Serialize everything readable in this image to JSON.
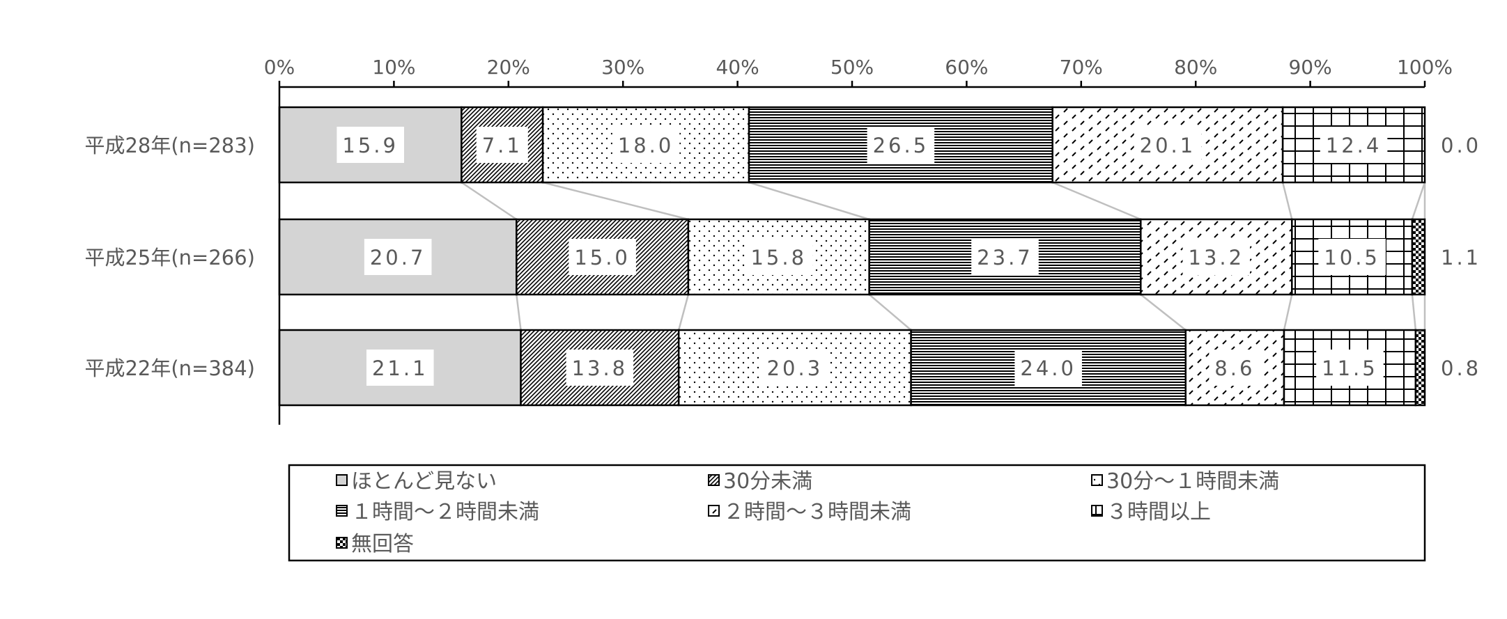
{
  "chart_data": {
    "type": "bar",
    "orientation": "horizontal",
    "stacked": "percent",
    "categories": [
      "平成28年(n=283)",
      "平成25年(n=266)",
      "平成22年(n=384)"
    ],
    "series": [
      {
        "name": "ほとんど見ない",
        "values": [
          15.9,
          20.7,
          21.1
        ],
        "pattern": "solid-gray"
      },
      {
        "name": "30分未満",
        "values": [
          7.1,
          15.0,
          13.8
        ],
        "pattern": "dense-diagonal"
      },
      {
        "name": "30分～１時間未満",
        "values": [
          18.0,
          15.8,
          20.3
        ],
        "pattern": "dots"
      },
      {
        "name": "１時間～２時間未満",
        "values": [
          26.5,
          23.7,
          24.0
        ],
        "pattern": "horizontal-lines"
      },
      {
        "name": "２時間～３時間未満",
        "values": [
          20.1,
          13.2,
          8.6
        ],
        "pattern": "sparse-dashes"
      },
      {
        "name": "３時間以上",
        "values": [
          12.4,
          10.5,
          11.5
        ],
        "pattern": "grid"
      },
      {
        "name": "無回答",
        "values": [
          0.0,
          1.1,
          0.8
        ],
        "pattern": "checker"
      }
    ],
    "value_labels": [
      [
        "15.9",
        "7.1",
        "18.0",
        "26.5",
        "20.1",
        "12.4",
        "0.0"
      ],
      [
        "20.7",
        "15.0",
        "15.8",
        "23.7",
        "13.2",
        "10.5",
        "1.1"
      ],
      [
        "21.1",
        "13.8",
        "20.3",
        "24.0",
        "8.6",
        "11.5",
        "0.8"
      ]
    ],
    "x_ticks": [
      "0%",
      "10%",
      "20%",
      "30%",
      "40%",
      "50%",
      "60%",
      "70%",
      "80%",
      "90%",
      "100%"
    ],
    "xlim": [
      0,
      100
    ],
    "grid": false,
    "legend_position": "bottom",
    "connector_lines": true,
    "colors": {
      "solid_fill": "#d4d4d4",
      "ink": "#000000",
      "axis": "#000000",
      "connector": "#bfbfbf",
      "label_text": "#595959"
    }
  }
}
